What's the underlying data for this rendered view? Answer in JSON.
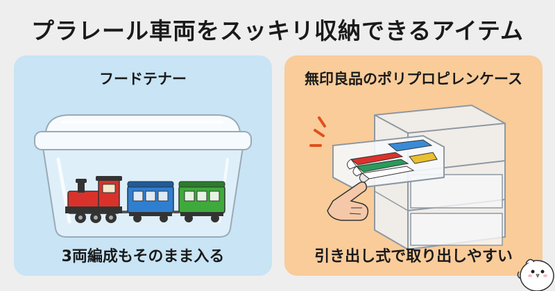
{
  "page": {
    "title": "プラレール車両をスッキリ収納できるアイテム"
  },
  "panels": [
    {
      "heading": "フードテナー",
      "caption": "3両編成もそのまま入る",
      "icon": "food-container-with-train-icon",
      "accent": "#c8e4f5"
    },
    {
      "heading": "無印良品のポリプロピレンケース",
      "caption": "引き出し式で取り出しやすい",
      "icon": "drawer-case-with-trains-icon",
      "accent": "#f9cc9a"
    }
  ],
  "colors": {
    "background": "#eeeeee",
    "locomotive": "#d9322b",
    "car_blue": "#2f7fd1",
    "car_green": "#3faa3c"
  },
  "mascot": {
    "icon": "bird-mascot-icon"
  }
}
